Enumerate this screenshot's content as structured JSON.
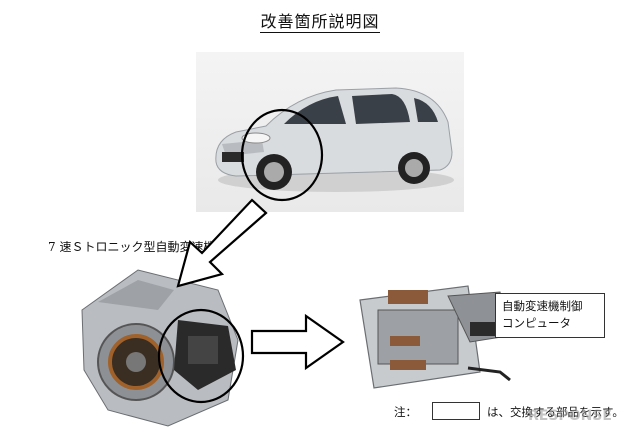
{
  "title": "改善箇所説明図",
  "transmission_label": "7 速Ｓトロニック型自動変速機",
  "computer_callout": {
    "line1": "自動変速機制御",
    "line2": "コンピュータ"
  },
  "note": {
    "label": "注：",
    "text": "は、交換する部品を示す。"
  },
  "watermark": "RESPONSE",
  "icons": {
    "car": "car-photo-icon",
    "transmission": "transmission-photo-icon",
    "computer": "control-computer-photo-icon",
    "arrow_down": "arrow-down-left-icon",
    "arrow_right": "arrow-right-icon"
  },
  "colors": {
    "car_body": "#d9dcdf",
    "highlight_circle": "#000000",
    "background": "#ffffff"
  }
}
